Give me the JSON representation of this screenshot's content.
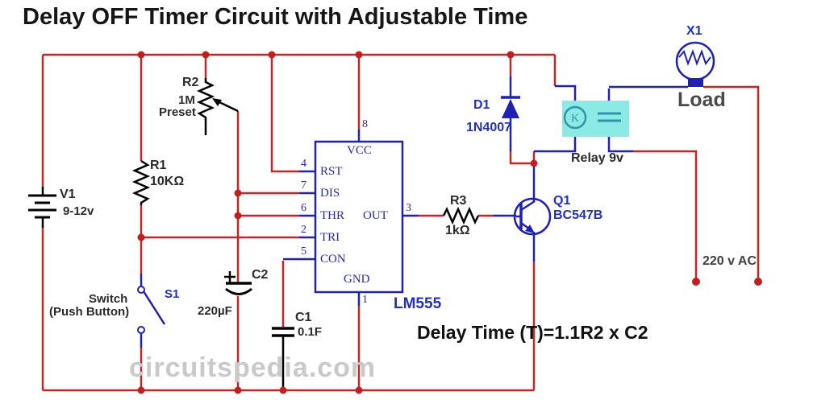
{
  "title": "Delay OFF Timer Circuit with Adjustable Time",
  "formula": "Delay Time (T)=1.1R2 x C2",
  "watermark": "circuitspedia.com",
  "colors": {
    "wire_red": "#c22626",
    "symbol_blue": "#2121b0",
    "ic_text_blue": "#2a2a9e",
    "label_blue": "#2330bb",
    "label_dark": "#2b2b2b",
    "label_gray": "#4a4a4a",
    "relay_teal": "#2d96ab",
    "relay_highlight": "#8ceae4",
    "watermark_gray": "#c9c9c9"
  },
  "components": {
    "v1": {
      "ref": "V1",
      "value": "9-12v"
    },
    "r1": {
      "ref": "R1",
      "value": "10KΩ"
    },
    "r2": {
      "ref": "R2",
      "value": "1M",
      "note": "Preset"
    },
    "r3": {
      "ref": "R3",
      "value": "1kΩ"
    },
    "c1": {
      "ref": "C1",
      "value": "0.1F"
    },
    "c2": {
      "ref": "C2",
      "value": "220µF"
    },
    "d1": {
      "ref": "D1",
      "value": "1N4007"
    },
    "q1": {
      "ref": "Q1",
      "value": "BC547B"
    },
    "s1": {
      "ref": "S1",
      "label_line1": "Switch",
      "label_line2": "(Push Button)"
    },
    "x1": {
      "ref": "X1",
      "load_label": "Load"
    },
    "relay": {
      "label": "Relay 9v",
      "coil_letter": "K"
    },
    "ac_supply": {
      "label": "220 v AC"
    }
  },
  "ic": {
    "name": "LM555",
    "pin_labels": {
      "vcc": "VCC",
      "rst": "RST",
      "dis": "DIS",
      "thr": "THR",
      "tri": "TRI",
      "con": "CON",
      "out": "OUT",
      "gnd": "GND"
    },
    "pin_numbers": {
      "vcc": "8",
      "rst": "4",
      "dis": "7",
      "thr": "6",
      "tri": "2",
      "con": "5",
      "out": "3",
      "gnd": "1"
    }
  }
}
